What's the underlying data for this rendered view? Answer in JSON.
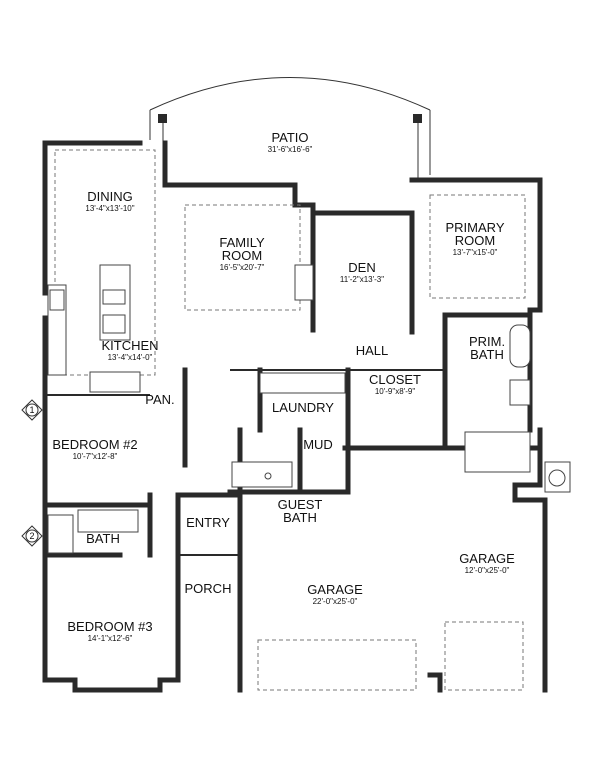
{
  "rooms": {
    "patio": {
      "name": "PATIO",
      "dims": "31'-6\"x16'-6\""
    },
    "dining": {
      "name": "DINING",
      "dims": "13'-4\"x13'-10\""
    },
    "family_room": {
      "name": "FAMILY ROOM",
      "name_line1": "FAMILY",
      "name_line2": "ROOM",
      "dims": "16'-5\"x20'-7\""
    },
    "den": {
      "name": "DEN",
      "dims": "11'-2\"x13'-3\""
    },
    "primary_room": {
      "name": "PRIMARY ROOM",
      "name_line1": "PRIMARY",
      "name_line2": "ROOM",
      "dims": "13'-7\"x15'-0\""
    },
    "kitchen": {
      "name": "KITCHEN",
      "dims": "13'-4\"x14'-0\""
    },
    "hall": {
      "name": "HALL"
    },
    "prim_bath": {
      "name_line1": "PRIM.",
      "name_line2": "BATH"
    },
    "pantry": {
      "name": "PAN."
    },
    "laundry": {
      "name": "LAUNDRY"
    },
    "closet": {
      "name": "CLOSET",
      "dims": "10'-9\"x8'-9\""
    },
    "bedroom2": {
      "name": "BEDROOM #2",
      "dims": "10'-7\"x12'-8\""
    },
    "mud": {
      "name": "MUD"
    },
    "guest_bath": {
      "name_line1": "GUEST",
      "name_line2": "BATH"
    },
    "entry": {
      "name": "ENTRY"
    },
    "bath": {
      "name": "BATH"
    },
    "porch": {
      "name": "PORCH"
    },
    "garage_main": {
      "name": "GARAGE",
      "dims": "22'-0\"x25'-0\""
    },
    "garage_side": {
      "name": "GARAGE",
      "dims": "12'-0\"x25'-0\""
    },
    "bedroom3": {
      "name": "BEDROOM #3",
      "dims": "14'-1\"x12'-6\""
    }
  },
  "markers": {
    "marker1": "1",
    "marker2": "2"
  }
}
